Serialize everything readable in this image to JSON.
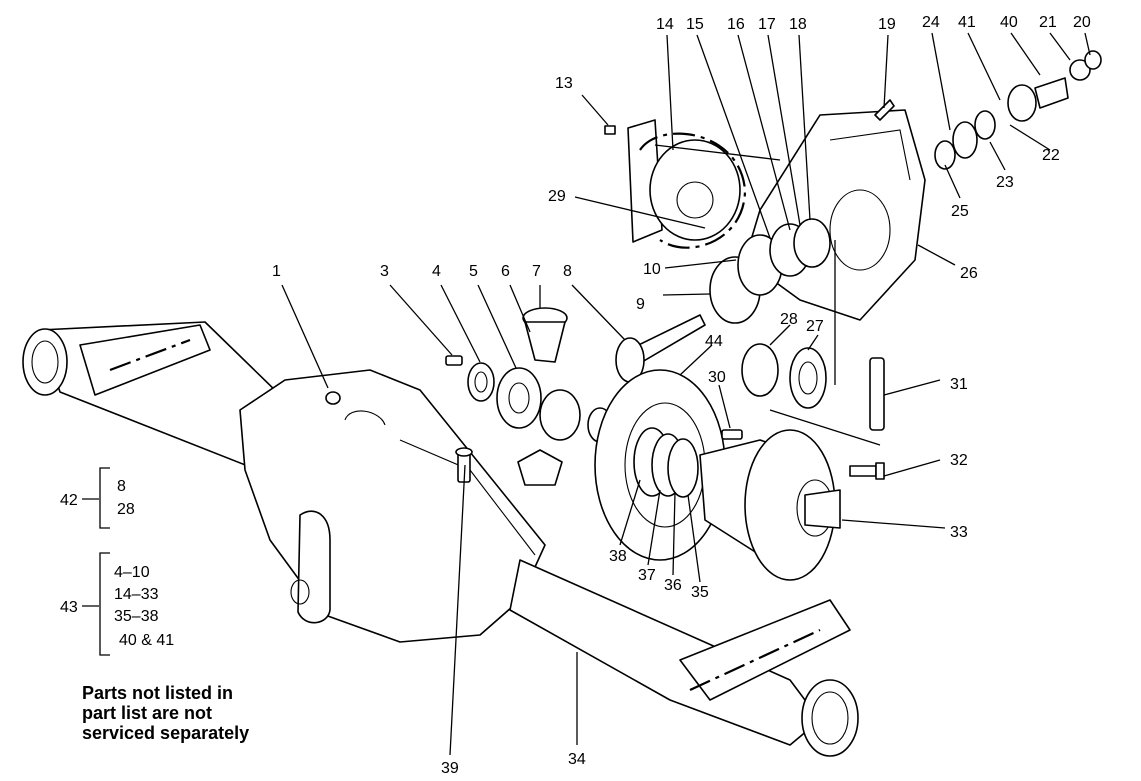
{
  "callouts": {
    "c1": "1",
    "c3": "3",
    "c4": "4",
    "c5": "5",
    "c6": "6",
    "c7": "7",
    "c8": "8",
    "c9": "9",
    "c10": "10",
    "c13": "13",
    "c14": "14",
    "c15": "15",
    "c16": "16",
    "c17": "17",
    "c18": "18",
    "c19": "19",
    "c20": "20",
    "c21": "21",
    "c22": "22",
    "c23": "23",
    "c24": "24",
    "c25": "25",
    "c26": "26",
    "c27": "27",
    "c28": "28",
    "c29": "29",
    "c30": "30",
    "c31": "31",
    "c32": "32",
    "c33": "33",
    "c34": "34",
    "c35": "35",
    "c36": "36",
    "c37": "37",
    "c38": "38",
    "c39": "39",
    "c40": "40",
    "c41": "41",
    "c44": "44"
  },
  "groups": {
    "g42": {
      "label": "42",
      "items": [
        "8",
        "28"
      ]
    },
    "g43": {
      "label": "43",
      "items": [
        "4–10",
        "14–33",
        "35–38",
        "40 & 41"
      ]
    }
  },
  "note": {
    "lines": [
      "Parts not listed in",
      "part list are not",
      "serviced separately"
    ]
  }
}
